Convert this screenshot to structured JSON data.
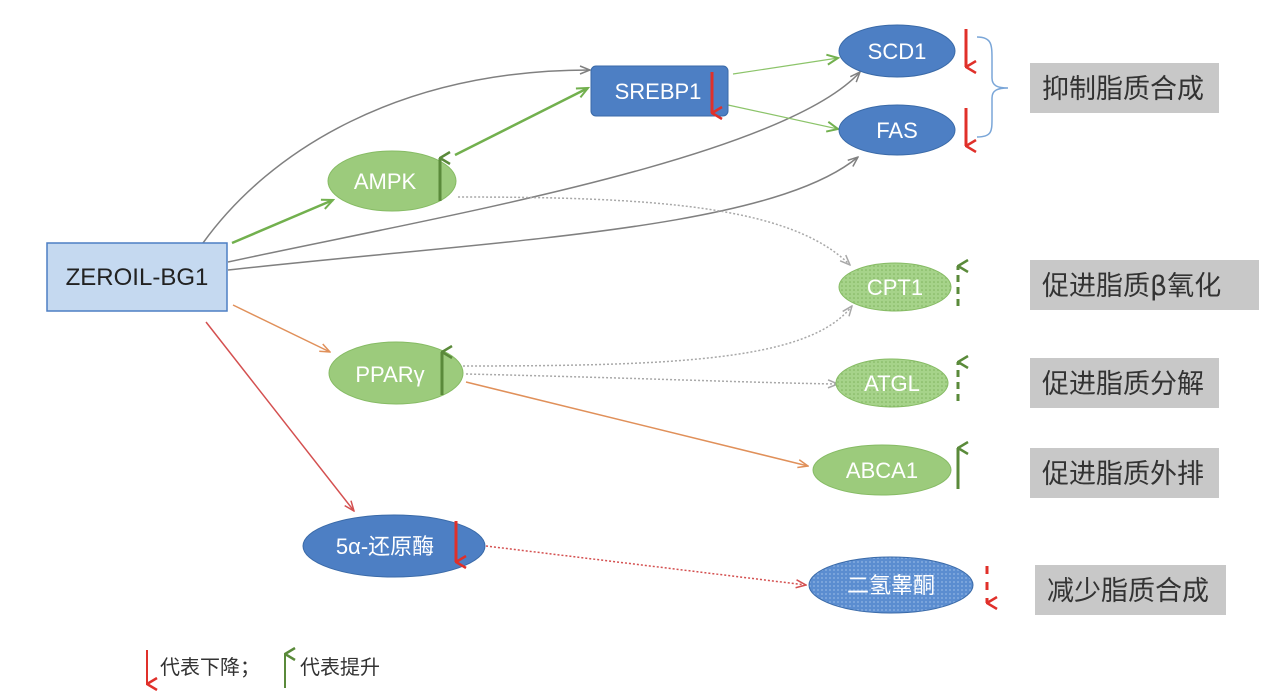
{
  "nodes": {
    "source": "ZEROIL-BG1",
    "srebp1": "SREBP1",
    "ampk": "AMPK",
    "ppar": "PPARγ",
    "reductase": "5α-还原酶",
    "scd1": "SCD1",
    "fas": "FAS",
    "cpt1": "CPT1",
    "atgl": "ATGL",
    "abca1": "ABCA1",
    "dht": "二氢睾酮"
  },
  "effects": {
    "inhibit_synthesis": "抑制脂质合成",
    "beta_oxidation": "促进脂质β氧化",
    "decomposition": "促进脂质分解",
    "efflux": "促进脂质外排",
    "reduce_synthesis": "减少脂质合成"
  },
  "legend": {
    "down_label": "代表下降；",
    "up_label": "代表提升"
  },
  "colors": {
    "down": "#e0302a",
    "up": "#5a8a3a",
    "blue_node": "#4d7fc4",
    "green_node": "#9ccb7c",
    "source_fill": "#c5d9f0",
    "effect_box": "#c8c8c8",
    "gray_arrow": "#808080",
    "green_arrow": "#72b04e",
    "orange_arrow": "#e0905a",
    "red_arrow": "#d45050"
  }
}
